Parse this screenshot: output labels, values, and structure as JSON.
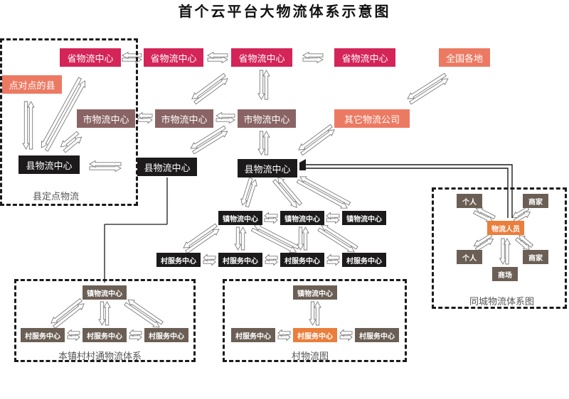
{
  "title": "首个云平台大物流体系示意图",
  "nodes": {
    "prov1": "省物流中心",
    "prov2": "省物流中心",
    "prov3": "省物流中心",
    "prov4": "省物流中心",
    "nationwide": "全国各地",
    "p2p_county": "点对点的县",
    "city1": "市物流中心",
    "city2": "市物流中心",
    "city3": "市物流中心",
    "other_co": "其它物流公司",
    "county1": "县物流中心",
    "county2": "县物流中心",
    "county3": "县物流中心",
    "town1": "镇物流中心",
    "town2": "镇物流中心",
    "town3": "镇物流中心",
    "village1": "村服务中心",
    "village2": "村服务中心",
    "village3": "村服务中心",
    "village4": "村服务中心",
    "bt_town": "镇物流中心",
    "bt_v1": "村服务中心",
    "bt_v2": "村服务中心",
    "bt_v3": "村服务中心",
    "vl_town": "镇物流中心",
    "vl_v1": "村服务中心",
    "vl_v2": "村服务中心",
    "vl_v3": "村服务中心",
    "personnel": "物流人员",
    "person1": "个人",
    "person2": "个人",
    "merchant1": "商家",
    "merchant2": "商家",
    "mall": "商场"
  },
  "groups": {
    "county_fixed": "县定点物流",
    "town_village": "本镇村村通物流体系",
    "village_logistics": "村物流图",
    "same_city": "同城物流体系图"
  },
  "colors": {
    "province": "#d42458",
    "salmon": "#ec7a63",
    "city": "#8a6464",
    "county": "#1c1a1a",
    "local": "#6b5f55",
    "highlight": "#ea7e3c"
  }
}
